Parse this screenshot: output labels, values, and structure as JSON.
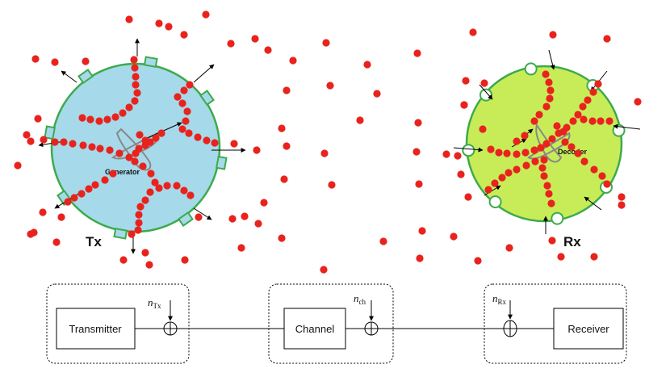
{
  "cells": {
    "tx": {
      "label": "Tx",
      "internal_label": "Generator",
      "fill": "#a6d9ea",
      "stroke": "#3daa4c"
    },
    "rx": {
      "label": "Rx",
      "internal_label": "Decoder",
      "fill": "#c8ec58",
      "stroke": "#3daa4c"
    }
  },
  "molecule_color": "#e8231e",
  "block_diagram": {
    "blocks": {
      "transmitter": "Transmitter",
      "channel": "Channel",
      "receiver": "Receiver"
    },
    "noise": {
      "tx": {
        "base": "n",
        "sub": "Tx"
      },
      "ch": {
        "base": "n",
        "sub": "ch"
      },
      "rx": {
        "base": "n",
        "sub": "Rx"
      }
    }
  }
}
